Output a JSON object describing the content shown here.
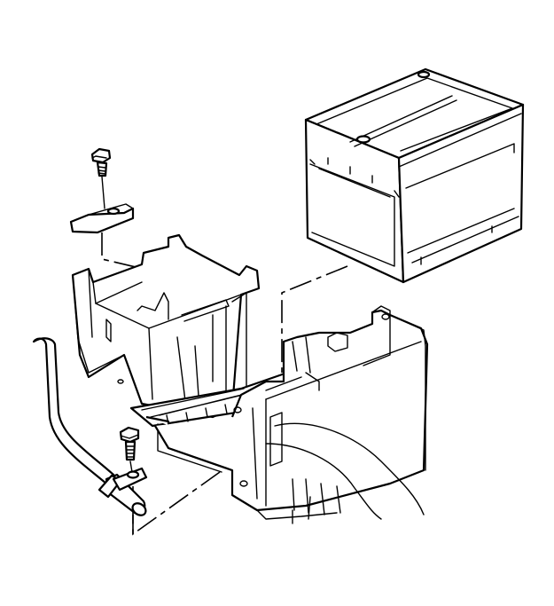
{
  "diagram": {
    "components": [
      {
        "id": "battery",
        "icon": "battery-icon"
      },
      {
        "id": "hold-down-bolt",
        "icon": "bolt-icon"
      },
      {
        "id": "hold-down-retainer",
        "icon": "retainer-icon"
      },
      {
        "id": "battery-tray",
        "icon": "tray-icon"
      },
      {
        "id": "tray-bolt",
        "icon": "bolt-icon"
      },
      {
        "id": "vent-tube",
        "icon": "tube-icon"
      },
      {
        "id": "vehicle-body",
        "icon": "body-icon"
      }
    ],
    "stroke_color": "#000000",
    "background_color": "#ffffff"
  }
}
